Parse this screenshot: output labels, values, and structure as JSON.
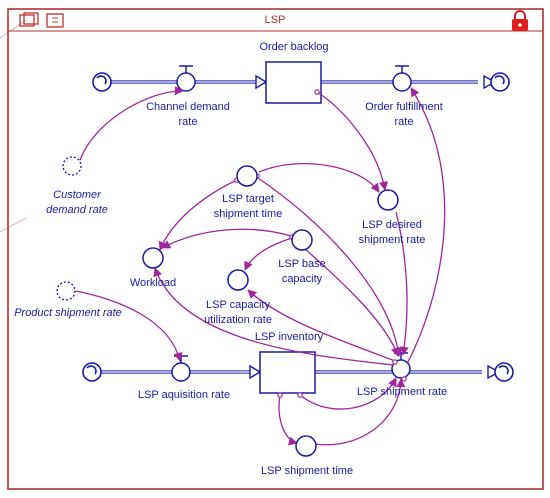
{
  "window": {
    "title": "LSP"
  },
  "labels": {
    "order_backlog": "Order backlog",
    "channel_demand_rate": [
      "Channel demand",
      "rate"
    ],
    "order_fulfillment_rate": [
      "Order fulfillment",
      "rate"
    ],
    "customer_demand_rate": [
      "Customer",
      "demand rate"
    ],
    "lsp_target_shipment_time": [
      "LSP target",
      "shipment time"
    ],
    "lsp_desired_shipment_rate": [
      "LSP desired",
      "shipment rate"
    ],
    "workload": "Workload",
    "lsp_base_capacity": [
      "LSP base",
      "capacity"
    ],
    "lsp_capacity_utilization_rate": [
      "LSP capacity",
      "utilization rate"
    ],
    "product_shipment_rate": "Product shipment rate",
    "lsp_inventory": "LSP inventory",
    "lsp_aquisition_rate": "LSP aquisition rate",
    "lsp_shipment_rate": "LSP shipment rate",
    "lsp_shipment_time": "LSP shipment time"
  },
  "colors": {
    "frame": "#b03030",
    "flow": "#1a1aa6",
    "link": "#a0269a",
    "ghost": "#d07070"
  },
  "icons": [
    "window-toggle-icon",
    "lock-icon",
    "cloud-source-icon",
    "cloud-sink-icon"
  ]
}
